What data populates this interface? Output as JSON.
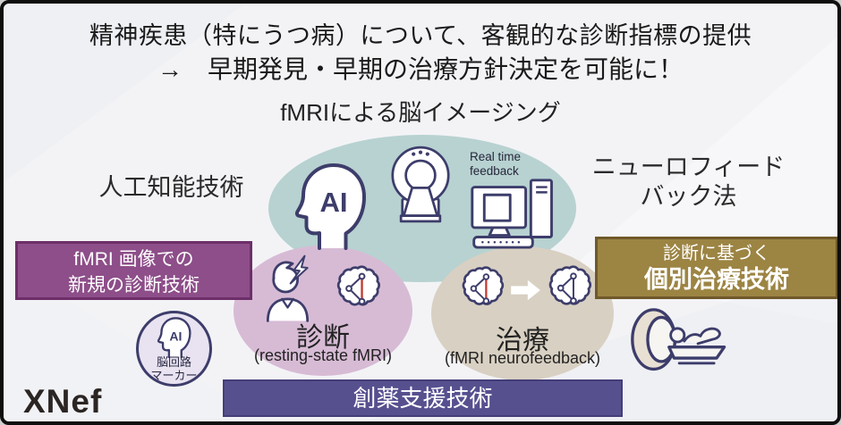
{
  "slide": {
    "header": {
      "line1": "精神疾患（特にうつ病）について、客観的な診断指標の提供",
      "line2": "→　早期発見・早期の治療方針決定を可能に！"
    },
    "imaging_title": "fMRIによる脳イメージング",
    "ai_tech_label": "人工知能技術",
    "neurofeedback_label": {
      "line1": "ニューロフィード",
      "line2": "バック法"
    },
    "realtime": {
      "line1": "Real time",
      "line2": "feedback"
    },
    "ai_head_label": "AI",
    "diagnosis_box": {
      "line1": "fMRI 画像での",
      "line2": "新規の診断技術"
    },
    "treatment_box": {
      "line1": "診断に基づく",
      "line2": "個別治療技術"
    },
    "diagnosis": {
      "title": "診断",
      "subtitle": "(resting-state fMRI)"
    },
    "treatment": {
      "title": "治療",
      "subtitle": "(fMRI neurofeedback)"
    },
    "drug_support_label": "創薬支援技術",
    "brain_marker_badge": {
      "ai": "AI",
      "line1": "脳回路",
      "line2": "マーカー"
    },
    "logo": "XNef",
    "colors": {
      "imaging_ellipse": "#b7d2d1",
      "diagnosis_ellipse": "#d7bbd5",
      "treatment_ellipse": "#d8d0c2",
      "diagnosis_box": "#8d4e89",
      "treatment_box": "#9c8443",
      "drug_bar": "#56508f",
      "icon_outline": "#3d3d6b",
      "abnormal_connection": "#c13a32",
      "badge_fill": "#e9e3f1"
    }
  }
}
